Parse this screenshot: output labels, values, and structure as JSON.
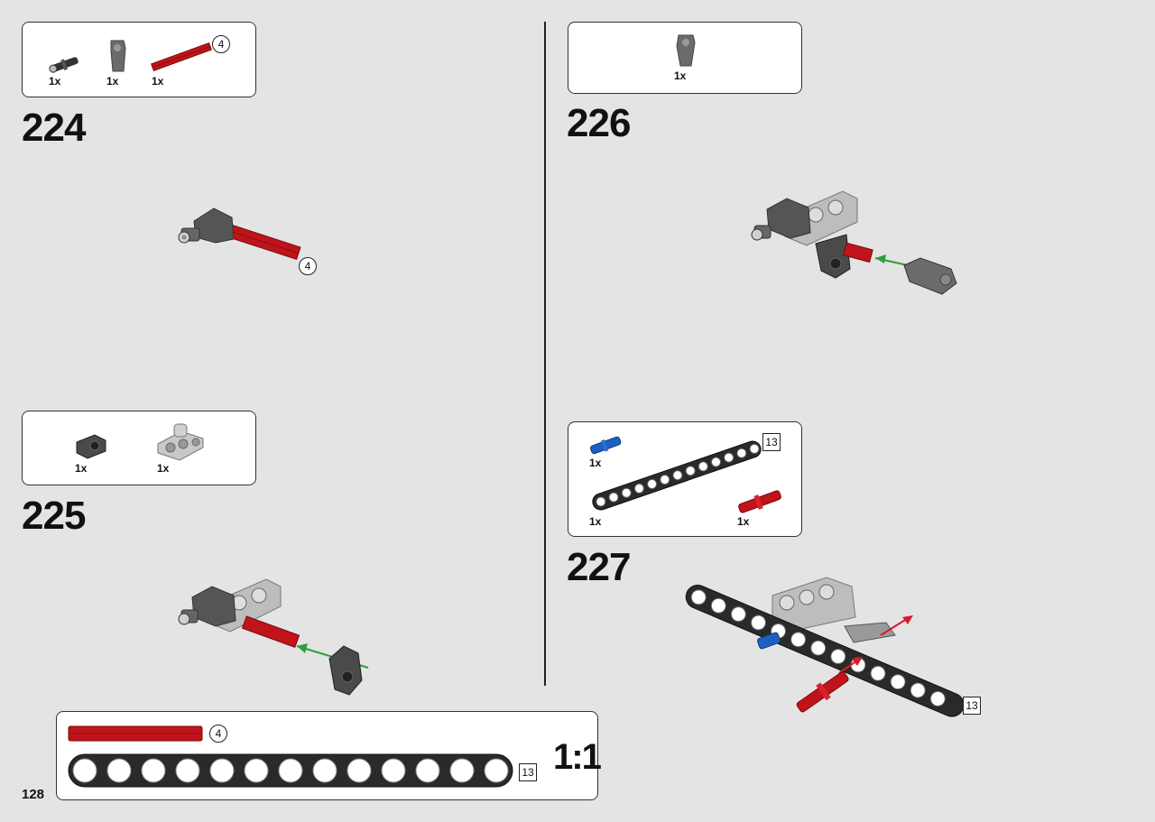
{
  "page": {
    "number": "128"
  },
  "steps": [
    {
      "number": "224",
      "parts": [
        {
          "qty": "1x",
          "icon": "axle-pin-with-friction-icon",
          "color": "#333333"
        },
        {
          "qty": "1x",
          "icon": "angle-connector-icon",
          "color": "#6b6b6b"
        },
        {
          "qty": "1x",
          "icon": "red-axle-icon",
          "color": "#c0141a",
          "length": "4"
        }
      ],
      "callout_length": "4"
    },
    {
      "number": "225",
      "parts": [
        {
          "qty": "1x",
          "icon": "cross-block-icon",
          "color": "#4a4a4a"
        },
        {
          "qty": "1x",
          "icon": "light-gray-liftarm-icon",
          "color": "#b5b5b5"
        }
      ]
    },
    {
      "number": "226",
      "parts": [
        {
          "qty": "1x",
          "icon": "angle-connector-icon",
          "color": "#6b6b6b"
        }
      ]
    },
    {
      "number": "227",
      "parts": [
        {
          "qty": "1x",
          "icon": "blue-axle-pin-icon",
          "color": "#1f5fbf"
        },
        {
          "qty": "1x",
          "icon": "black-beam-13-icon",
          "color": "#2a2a2a",
          "length": "13"
        },
        {
          "qty": "1x",
          "icon": "red-axle-pin-icon",
          "color": "#c0141a"
        }
      ],
      "callout_length": "13"
    }
  ],
  "scale_box": {
    "axle_length": "4",
    "beam_length": "13",
    "scale_label": "1:1"
  },
  "colors": {
    "red": "#c0141a",
    "black_beam": "#2a2a2a",
    "gray": "#6b6b6b",
    "light_gray": "#b8b8b8",
    "blue": "#1f5fbf",
    "arrow_green": "#2e9e3e",
    "arrow_red": "#d81b2a"
  }
}
